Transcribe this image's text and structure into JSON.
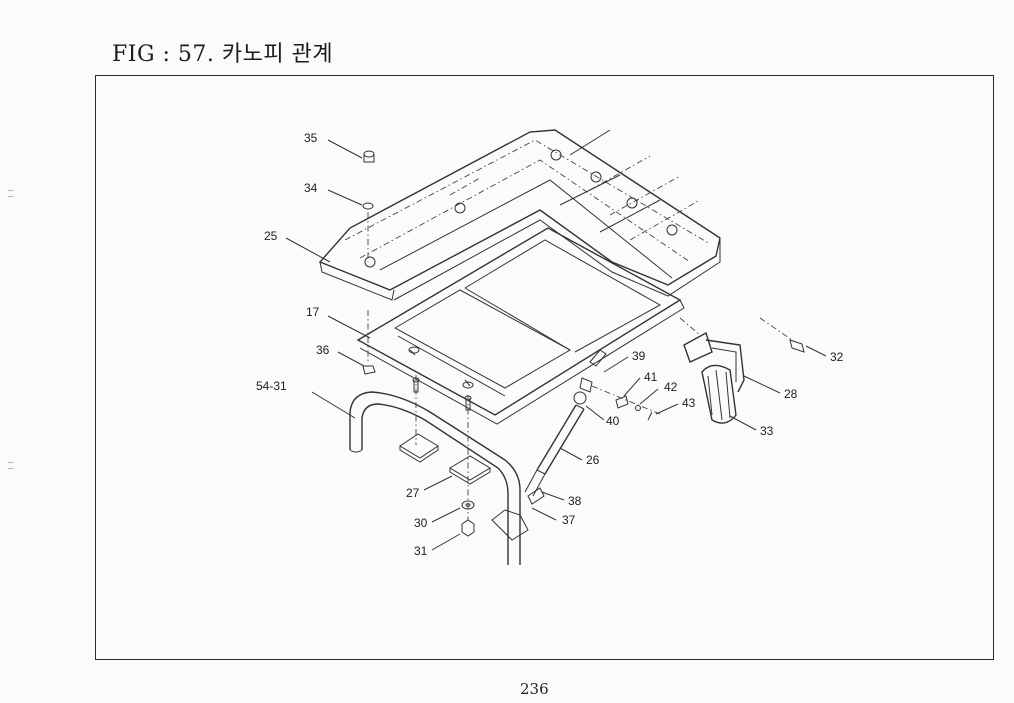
{
  "figure": {
    "title": "FIG : 57. 카노피 관계"
  },
  "callouts": [
    {
      "id": "c35",
      "label": "35"
    },
    {
      "id": "c34",
      "label": "34"
    },
    {
      "id": "c25",
      "label": "25"
    },
    {
      "id": "c17",
      "label": "17"
    },
    {
      "id": "c36",
      "label": "36"
    },
    {
      "id": "c5431",
      "label": "54-31"
    },
    {
      "id": "c27",
      "label": "27"
    },
    {
      "id": "c30",
      "label": "30"
    },
    {
      "id": "c31",
      "label": "31"
    },
    {
      "id": "c39",
      "label": "39"
    },
    {
      "id": "c41",
      "label": "41"
    },
    {
      "id": "c42",
      "label": "42"
    },
    {
      "id": "c43",
      "label": "43"
    },
    {
      "id": "c40",
      "label": "40"
    },
    {
      "id": "c26",
      "label": "26"
    },
    {
      "id": "c38",
      "label": "38"
    },
    {
      "id": "c37",
      "label": "37"
    },
    {
      "id": "c32",
      "label": "32"
    },
    {
      "id": "c28",
      "label": "28"
    },
    {
      "id": "c33",
      "label": "33"
    }
  ],
  "footer": {
    "page_number": "236"
  }
}
